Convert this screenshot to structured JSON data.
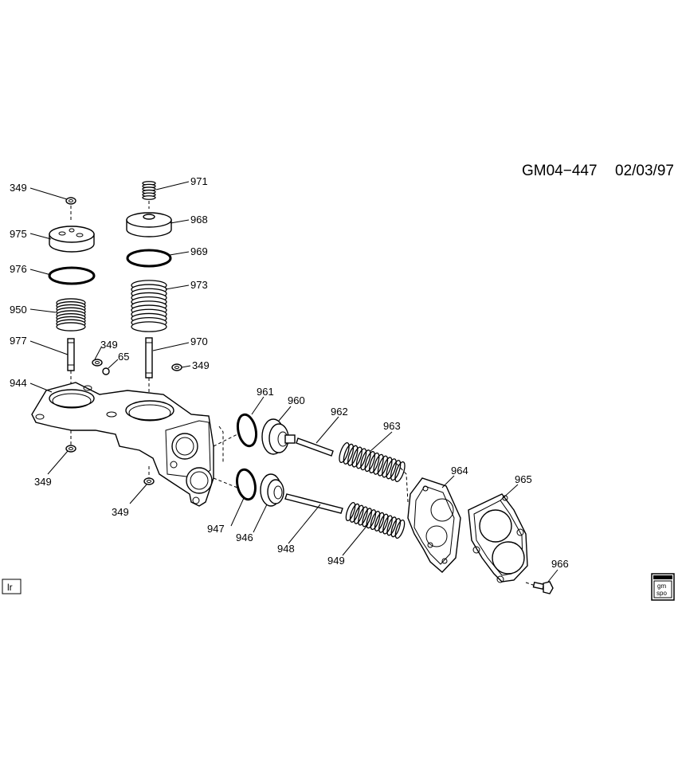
{
  "drawing_code": "GM04−447",
  "drawing_date": "02/03/97",
  "corner_badge": "lr",
  "logo_text": [
    "gm",
    "spo"
  ],
  "callouts": [
    "349",
    "975",
    "976",
    "950",
    "977",
    "349",
    "65",
    "944",
    "349",
    "349",
    "971",
    "968",
    "969",
    "973",
    "970",
    "349",
    "961",
    "960",
    "962",
    "963",
    "947",
    "946",
    "948",
    "949",
    "964",
    "965",
    "966"
  ]
}
